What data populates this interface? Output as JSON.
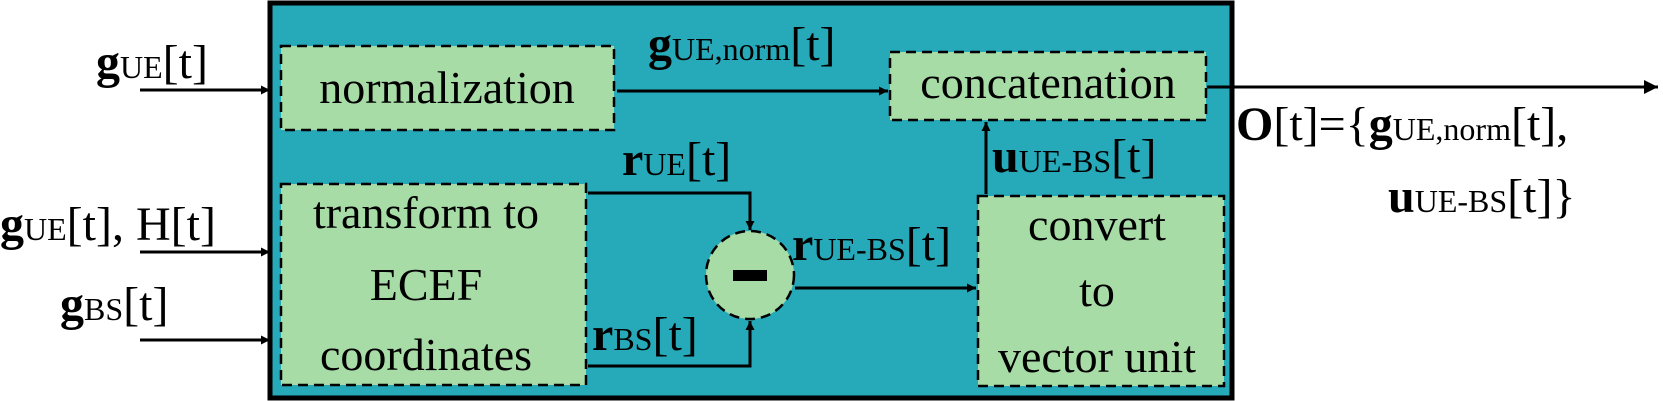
{
  "colors": {
    "container_fill": "#26a9b9",
    "block_fill": "#a8dca6",
    "stroke": "#000000"
  },
  "blocks": {
    "normalization": "normalization",
    "concatenation": "concatenation",
    "transform": [
      "transform to",
      "ECEF",
      "coordinates"
    ],
    "convert": [
      "convert",
      "to",
      "vector unit"
    ],
    "subtract_symbol": "−"
  },
  "inputs": {
    "g_ue": {
      "sym": "g",
      "sub": "UE",
      "rest": "[t]"
    },
    "g_ue_h": {
      "sym": "g",
      "sub": "UE",
      "rest": "[t], H[t]"
    },
    "g_bs": {
      "sym": "g",
      "sub": "BS",
      "rest": "[t]"
    }
  },
  "signals": {
    "g_ue_norm": {
      "sym": "g",
      "sub": "UE,norm",
      "rest": "[t]"
    },
    "r_ue": {
      "sym": "r",
      "sub": "UE",
      "rest": "[t]"
    },
    "r_bs": {
      "sym": "r",
      "sub": "BS",
      "rest": "[t]"
    },
    "r_ue_bs": {
      "sym": "r",
      "sub": "UE-BS",
      "rest": "[t]"
    },
    "u_ue_bs": {
      "sym": "u",
      "sub": "UE-BS",
      "rest": "[t]"
    }
  },
  "output": {
    "line1_sym": "O",
    "line1_mid": "[t]={",
    "line1_g": "g",
    "line1_sub": "UE,norm",
    "line1_end": "[t],",
    "line2_sym": "u",
    "line2_sub": "UE-BS",
    "line2_end": "[t]}"
  }
}
